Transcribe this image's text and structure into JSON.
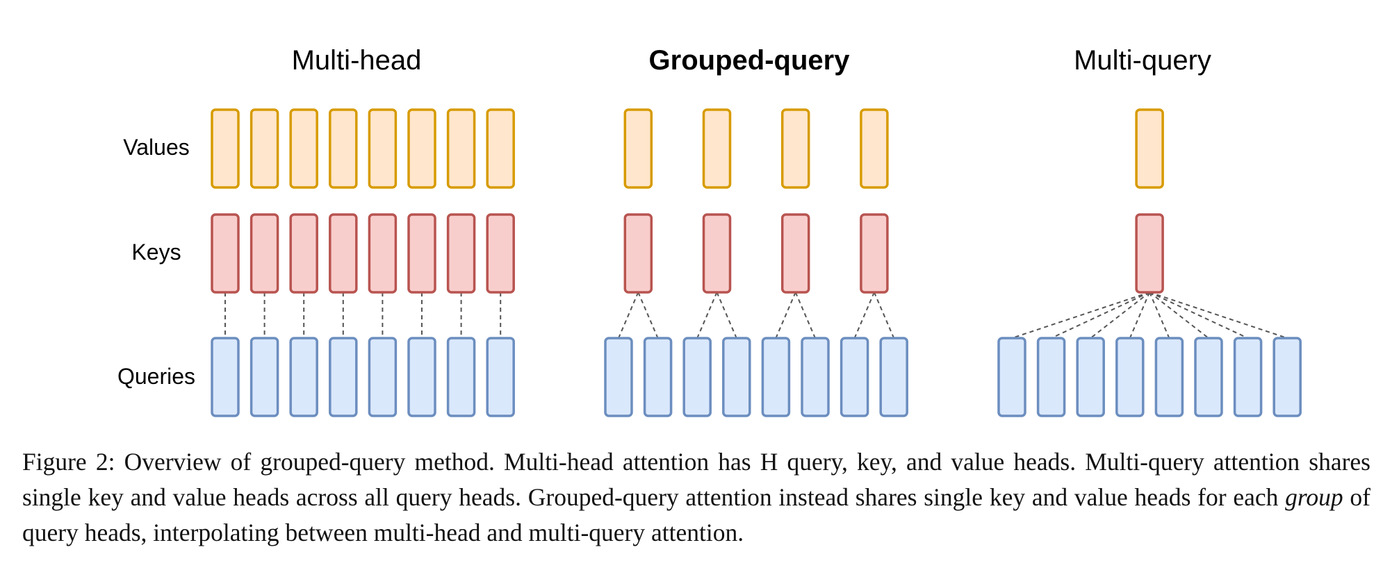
{
  "colors": {
    "value_fill": "#ffe6cc",
    "value_stroke": "#d79b00",
    "key_fill": "#f8cecc",
    "key_stroke": "#b85450",
    "query_fill": "#dae8fc",
    "query_stroke": "#6c8ebf",
    "connector": "#555555"
  },
  "row_labels": {
    "values": "Values",
    "keys": "Keys",
    "queries": "Queries"
  },
  "panels": [
    {
      "id": "multi-head",
      "title": "Multi-head",
      "bold": false,
      "query_heads": 8,
      "kv_heads": 8,
      "queries_per_kv_head": 1
    },
    {
      "id": "grouped-query",
      "title": "Grouped-query",
      "bold": true,
      "query_heads": 8,
      "kv_heads": 4,
      "queries_per_kv_head": 2
    },
    {
      "id": "multi-query",
      "title": "Multi-query",
      "bold": false,
      "query_heads": 8,
      "kv_heads": 1,
      "queries_per_kv_head": 8
    }
  ],
  "caption": {
    "part1": "Figure 2: Overview of grouped-query method. Multi-head attention has H query, key, and value heads. Multi-query attention shares single key and value heads across all query heads. Grouped-query attention instead shares single key and value heads for each ",
    "emph": "group",
    "part2": " of query heads, interpolating between multi-head and multi-query attention."
  }
}
